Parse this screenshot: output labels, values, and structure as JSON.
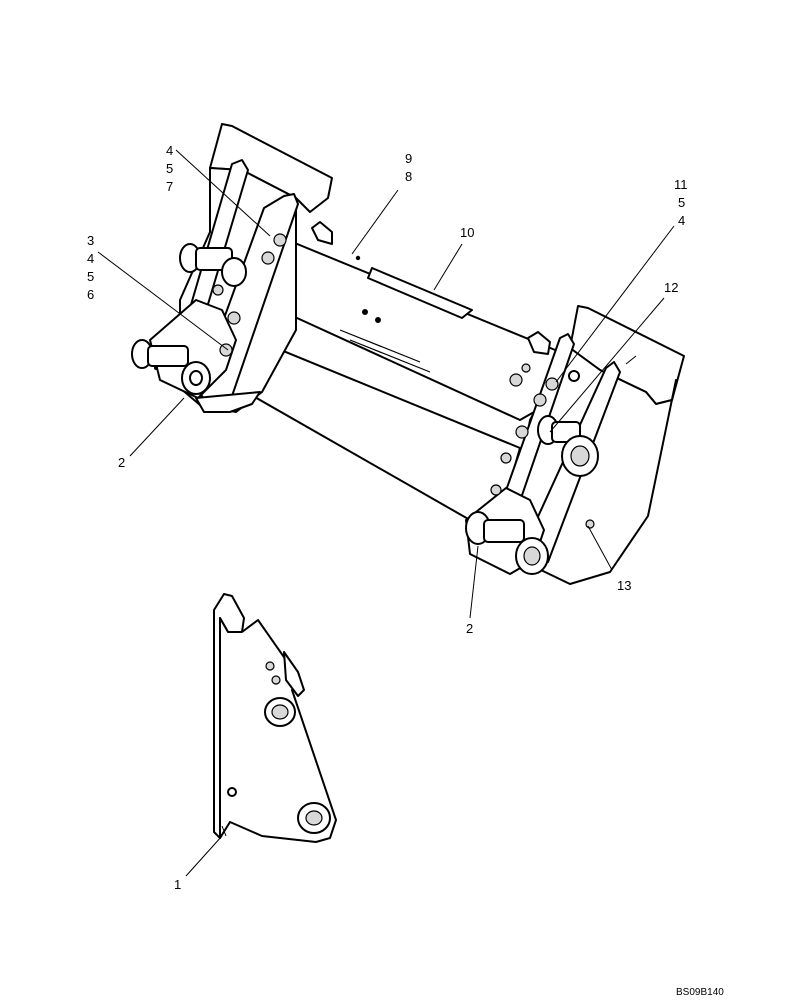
{
  "callouts": {
    "c4a": "4",
    "c5a": "5",
    "c7": "7",
    "c9": "9",
    "c8": "8",
    "c10": "10",
    "c11": "11",
    "c5b": "5",
    "c4b": "4",
    "c3": "3",
    "c4c": "4",
    "c5c": "5",
    "c6": "6",
    "c12": "12",
    "c2a": "2",
    "c2b": "2",
    "c13": "13",
    "c1": "1"
  },
  "reference_code": "BS09B140"
}
